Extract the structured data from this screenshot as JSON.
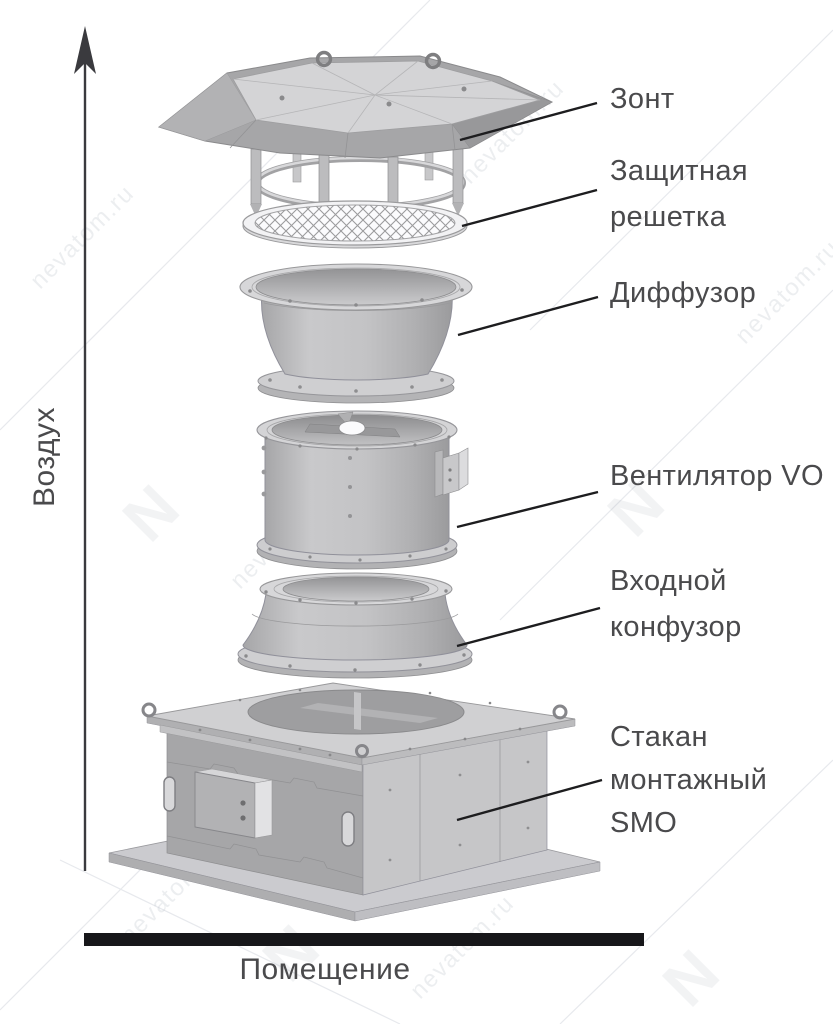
{
  "axis": {
    "air_label": "Воздух",
    "room_label": "Помещение"
  },
  "parts": [
    {
      "lines": [
        "Зонт"
      ]
    },
    {
      "lines": [
        "Защитная",
        "решетка"
      ]
    },
    {
      "lines": [
        "Диффузор"
      ]
    },
    {
      "lines": [
        "Вентилятор VO"
      ]
    },
    {
      "lines": [
        "Входной",
        "конфузор"
      ]
    },
    {
      "lines": [
        "Стакан",
        "монтажный",
        "SMO"
      ]
    }
  ],
  "watermark": {
    "text": "nevatom.ru",
    "logo_letter": "N"
  },
  "colors": {
    "label_text": "#4a4a4c",
    "leader_line": "#1d1d1f",
    "axis_arrow": "#3a3a3e",
    "room_bar": "#17171a",
    "metal_light": "#d5d5d7",
    "metal_mid": "#b8b8ba",
    "metal_dark": "#9c9c9e"
  }
}
